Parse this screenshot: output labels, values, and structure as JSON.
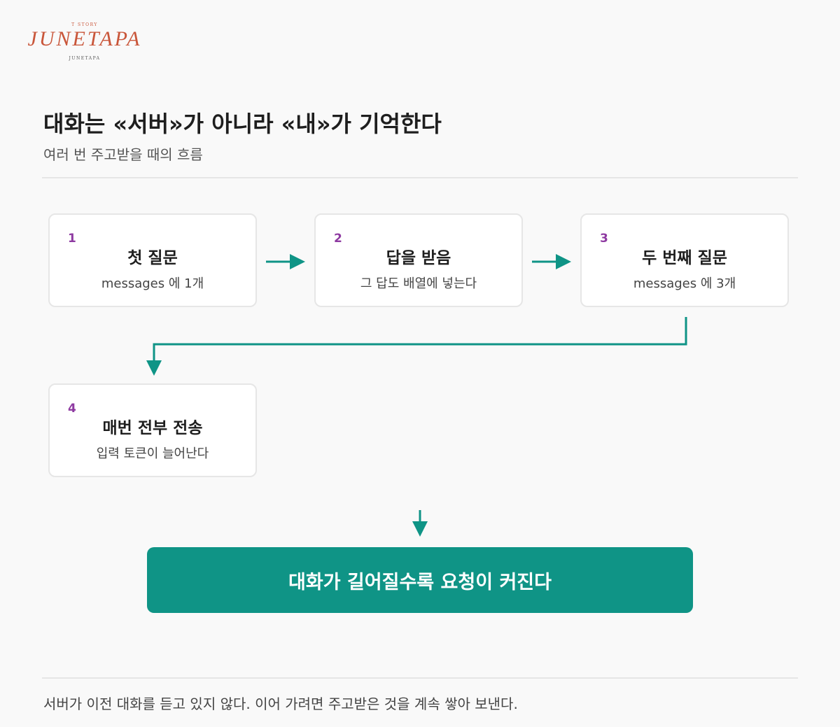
{
  "logo": {
    "tagline": "T STORY",
    "brand": "JUNETAPA",
    "sub": "JUNETAPA"
  },
  "header": {
    "title": "대화는 «서버»가 아니라 «내»가 기억한다",
    "subtitle": "여러 번 주고받을 때의 흐름"
  },
  "steps": [
    {
      "number": "1",
      "title": "첫 질문",
      "desc": "messages 에 1개"
    },
    {
      "number": "2",
      "title": "답을 받음",
      "desc": "그 답도 배열에 넣는다"
    },
    {
      "number": "3",
      "title": "두 번째 질문",
      "desc": "messages 에 3개"
    },
    {
      "number": "4",
      "title": "매번 전부 전송",
      "desc": "입력 토큰이 늘어난다"
    }
  ],
  "result": "대화가 길어질수록 요청이 커진다",
  "footer": "서버가 이전 대화를 듣고 있지 않다. 이어 가려면 주고받은 것을 계속 쌓아 보낸다.",
  "colors": {
    "accent": "#0f9486",
    "step_number": "#8e3aa1",
    "logo": "#c9563a"
  }
}
